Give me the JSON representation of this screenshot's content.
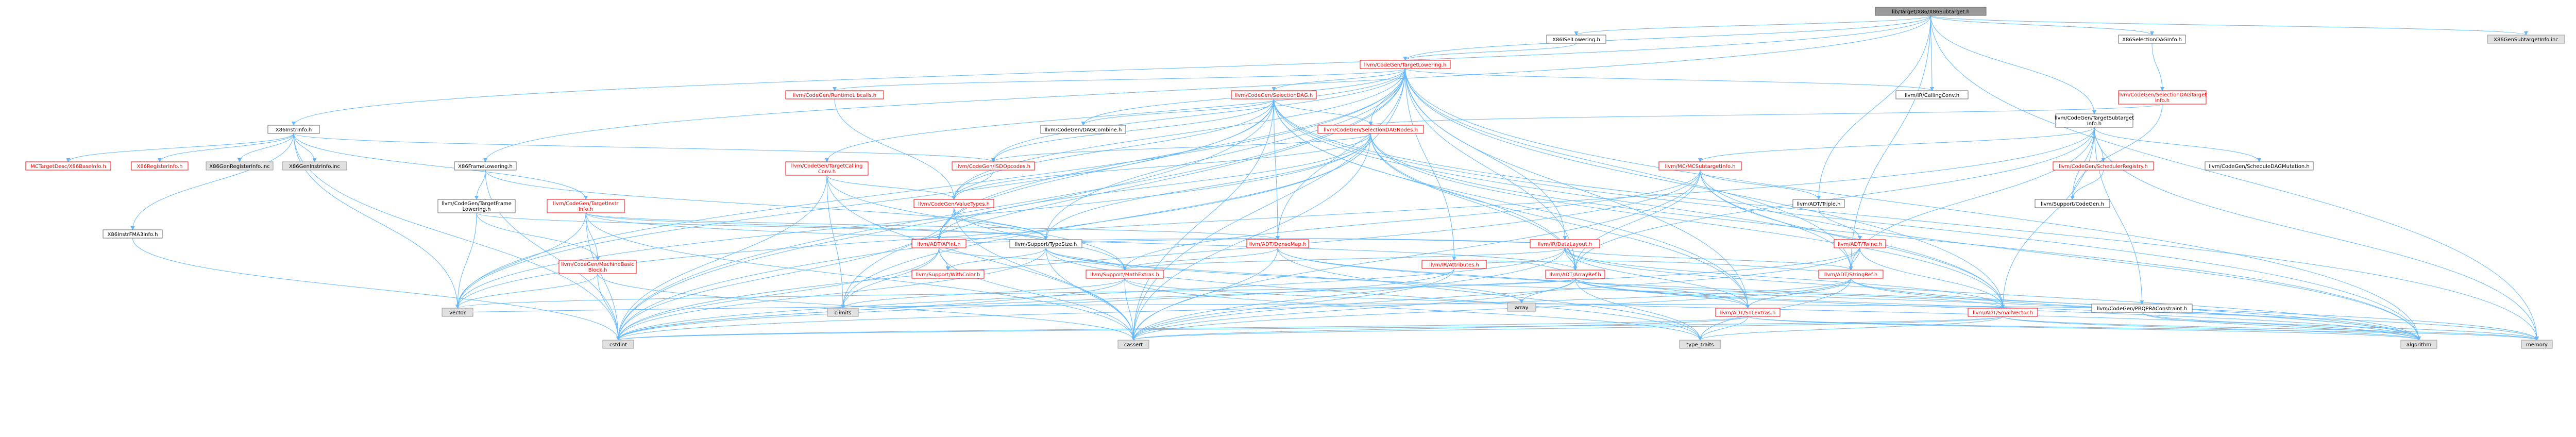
{
  "colors": {
    "root_fill": "#999999",
    "normal_fill": "#ffffff",
    "normal_stroke": "#666666",
    "red_stroke": "#ff0000",
    "red_text": "#ff0000",
    "red_fill": "#fff0f0",
    "gray_fill": "#e0e0e0",
    "gray_stroke": "#999999",
    "edge": "#63b8ff",
    "text": "#000000"
  },
  "nodes": [
    {
      "id": "root",
      "label": "lib/Target/X86/X86Subtarget.h",
      "style": "root"
    },
    {
      "id": "x86sellowering",
      "label": "X86ISelLowering.h",
      "style": "normal"
    },
    {
      "id": "x86seldaginfo",
      "label": "X86SelectionDAGInfo.h",
      "style": "normal"
    },
    {
      "id": "x86gensubtarget",
      "label": "X86GenSubtargetInfo.inc",
      "style": "gray"
    },
    {
      "id": "cg_targetlowering",
      "label": "llvm/CodeGen/TargetLowering.h",
      "style": "red"
    },
    {
      "id": "ir_callingconv",
      "label": "llvm/IR/CallingConv.h",
      "style": "normal"
    },
    {
      "id": "cg_seldagtargetinfo",
      "label": "llvm/CodeGen/SelectionDAGTarget\nInfo.h",
      "style": "red"
    },
    {
      "id": "cg_targetsubtarget",
      "label": "llvm/CodeGen/TargetSubtarget\nInfo.h",
      "style": "normal"
    },
    {
      "id": "cg_runtimelibcalls",
      "label": "llvm/CodeGen/RuntimeLibcalls.h",
      "style": "red"
    },
    {
      "id": "cg_seldag",
      "label": "llvm/CodeGen/SelectionDAG.h",
      "style": "red"
    },
    {
      "id": "cg_dagcombine",
      "label": "llvm/CodeGen/DAGCombine.h",
      "style": "normal"
    },
    {
      "id": "cg_seldagnodes",
      "label": "llvm/CodeGen/SelectionDAGNodes.h",
      "style": "red"
    },
    {
      "id": "x86instrinfo",
      "label": "X86InstrInfo.h",
      "style": "normal"
    },
    {
      "id": "mc_x86baseinfo",
      "label": "MCTargetDesc/X86BaseInfo.h",
      "style": "red"
    },
    {
      "id": "x86reginfo",
      "label": "X86RegisterInfo.h",
      "style": "red"
    },
    {
      "id": "x86genregisterinfo",
      "label": "X86GenRegisterInfo.inc",
      "style": "gray"
    },
    {
      "id": "x86geninstrinfo",
      "label": "X86GenInstrInfo.inc",
      "style": "gray"
    },
    {
      "id": "x86framelowering",
      "label": "X86FrameLowering.h",
      "style": "normal"
    },
    {
      "id": "cg_targetcallingconv",
      "label": "llvm/CodeGen/TargetCalling\nConv.h",
      "style": "red"
    },
    {
      "id": "cg_isdopcodes",
      "label": "llvm/CodeGen/ISDOpcodes.h",
      "style": "red"
    },
    {
      "id": "cg_targetframelowering",
      "label": "llvm/CodeGen/TargetFrame\nLowering.h",
      "style": "normal"
    },
    {
      "id": "cg_targetinstrinfo",
      "label": "llvm/CodeGen/TargetInstr\nInfo.h",
      "style": "red"
    },
    {
      "id": "cg_valuetypes",
      "label": "llvm/CodeGen/ValueTypes.h",
      "style": "red"
    },
    {
      "id": "x86instrfmainfo",
      "label": "X86InstrFMA3Info.h",
      "style": "normal"
    },
    {
      "id": "cg_machinebasicblock",
      "label": "llvm/CodeGen/MachineBasic\nBlock.h",
      "style": "red"
    },
    {
      "id": "mc_subtargetinfo",
      "label": "llvm/MC/MCSubtargetInfo.h",
      "style": "red"
    },
    {
      "id": "cg_schedulerregistry",
      "label": "llvm/CodeGen/SchedulerRegistry.h",
      "style": "red"
    },
    {
      "id": "cg_scheduledagmutation",
      "label": "llvm/CodeGen/ScheduleDAGMutation.h",
      "style": "normal"
    },
    {
      "id": "support_codegen",
      "label": "llvm/Support/CodeGen.h",
      "style": "normal"
    },
    {
      "id": "adt_triple",
      "label": "llvm/ADT/Triple.h",
      "style": "normal"
    },
    {
      "id": "ir_datalayout",
      "label": "llvm/IR/DataLayout.h",
      "style": "red"
    },
    {
      "id": "ir_attributes",
      "label": "llvm/IR/Attributes.h",
      "style": "red"
    },
    {
      "id": "adt_twine",
      "label": "llvm/ADT/Twine.h",
      "style": "red"
    },
    {
      "id": "adt_apint",
      "label": "llvm/ADT/APInt.h",
      "style": "red"
    },
    {
      "id": "support_typesize",
      "label": "llvm/Support/TypeSize.h",
      "style": "normal"
    },
    {
      "id": "adt_densemap",
      "label": "llvm/ADT/DenseMap.h",
      "style": "red"
    },
    {
      "id": "support_withcolor",
      "label": "llvm/Support/WithColor.h",
      "style": "red"
    },
    {
      "id": "support_mathextras",
      "label": "llvm/Support/MathExtras.h",
      "style": "red"
    },
    {
      "id": "adt_arrayref",
      "label": "llvm/ADT/ArrayRef.h",
      "style": "red"
    },
    {
      "id": "adt_stringref",
      "label": "llvm/ADT/StringRef.h",
      "style": "red"
    },
    {
      "id": "cg_pbqprac",
      "label": "llvm/CodeGen/PBQPRAConstraint.h",
      "style": "normal"
    },
    {
      "id": "adt_stlextras",
      "label": "llvm/ADT/STLExtras.h",
      "style": "red"
    },
    {
      "id": "adt_smallvector",
      "label": "llvm/ADT/SmallVector.h",
      "style": "red"
    },
    {
      "id": "std_vector",
      "label": "vector",
      "style": "gray"
    },
    {
      "id": "std_climits",
      "label": "climits",
      "style": "gray"
    },
    {
      "id": "std_array",
      "label": "array",
      "style": "gray"
    },
    {
      "id": "std_cstdint",
      "label": "cstdint",
      "style": "gray"
    },
    {
      "id": "std_cassert",
      "label": "cassert",
      "style": "gray"
    },
    {
      "id": "std_typetraits",
      "label": "type_traits",
      "style": "gray"
    },
    {
      "id": "std_algorithm",
      "label": "algorithm",
      "style": "gray"
    },
    {
      "id": "std_memory",
      "label": "memory",
      "style": "gray"
    }
  ],
  "edges": [
    [
      "root",
      "x86sellowering"
    ],
    [
      "root",
      "x86seldaginfo"
    ],
    [
      "root",
      "x86gensubtarget"
    ],
    [
      "root",
      "x86instrinfo"
    ],
    [
      "root",
      "x86framelowering"
    ],
    [
      "root",
      "cg_targetsubtarget"
    ],
    [
      "root",
      "ir_callingconv"
    ],
    [
      "root",
      "adt_triple"
    ],
    [
      "root",
      "std_memory"
    ],
    [
      "root",
      "adt_stringref"
    ],
    [
      "root",
      "cg_targetlowering"
    ],
    [
      "x86sellowering",
      "cg_targetlowering"
    ],
    [
      "x86seldaginfo",
      "cg_seldagtargetinfo"
    ],
    [
      "cg_targetlowering",
      "ir_callingconv"
    ],
    [
      "cg_targetlowering",
      "cg_runtimelibcalls"
    ],
    [
      "cg_targetlowering",
      "cg_seldag"
    ],
    [
      "cg_targetlowering",
      "cg_dagcombine"
    ],
    [
      "cg_targetlowering",
      "cg_seldagnodes"
    ],
    [
      "cg_targetlowering",
      "cg_targetcallingconv"
    ],
    [
      "cg_targetlowering",
      "cg_isdopcodes"
    ],
    [
      "cg_targetlowering",
      "cg_valuetypes"
    ],
    [
      "cg_targetlowering",
      "ir_datalayout"
    ],
    [
      "cg_targetlowering",
      "ir_attributes"
    ],
    [
      "cg_targetlowering",
      "adt_densemap"
    ],
    [
      "cg_targetlowering",
      "adt_arrayref"
    ],
    [
      "cg_targetlowering",
      "adt_stringref"
    ],
    [
      "cg_targetlowering",
      "adt_smallvector"
    ],
    [
      "cg_targetlowering",
      "adt_stlextras"
    ],
    [
      "cg_targetlowering",
      "support_typesize"
    ],
    [
      "cg_targetlowering",
      "std_algorithm"
    ],
    [
      "cg_targetlowering",
      "std_cassert"
    ],
    [
      "cg_targetlowering",
      "std_climits"
    ],
    [
      "cg_targetlowering",
      "std_cstdint"
    ],
    [
      "cg_targetlowering",
      "std_vector"
    ],
    [
      "cg_targetlowering",
      "adt_apint"
    ],
    [
      "cg_seldag",
      "cg_dagcombine"
    ],
    [
      "cg_seldag",
      "cg_seldagnodes"
    ],
    [
      "cg_seldag",
      "cg_isdopcodes"
    ],
    [
      "cg_seldag",
      "cg_valuetypes"
    ],
    [
      "cg_seldag",
      "adt_densemap"
    ],
    [
      "cg_seldag",
      "adt_arrayref"
    ],
    [
      "cg_seldag",
      "adt_smallvector"
    ],
    [
      "cg_seldag",
      "std_cassert"
    ],
    [
      "cg_seldag",
      "std_vector"
    ],
    [
      "cg_seldag",
      "std_cstdint"
    ],
    [
      "cg_seldag",
      "adt_stlextras"
    ],
    [
      "cg_seldag",
      "std_algorithm"
    ],
    [
      "cg_seldag",
      "adt_apint"
    ],
    [
      "cg_seldag",
      "std_memory"
    ],
    [
      "cg_seldagnodes",
      "cg_isdopcodes"
    ],
    [
      "cg_seldagnodes",
      "cg_valuetypes"
    ],
    [
      "cg_seldagnodes",
      "adt_apint"
    ],
    [
      "cg_seldagnodes",
      "adt_arrayref"
    ],
    [
      "cg_seldagnodes",
      "adt_smallvector"
    ],
    [
      "cg_seldagnodes",
      "std_cassert"
    ],
    [
      "cg_seldagnodes",
      "std_climits"
    ],
    [
      "cg_seldagnodes",
      "std_cstdint"
    ],
    [
      "cg_seldagnodes",
      "std_vector"
    ],
    [
      "cg_seldagnodes",
      "std_algorithm"
    ],
    [
      "cg_seldagnodes",
      "support_typesize"
    ],
    [
      "cg_seldagnodes",
      "adt_stlextras"
    ],
    [
      "cg_runtimelibcalls",
      "cg_valuetypes"
    ],
    [
      "cg_seldagtargetinfo",
      "cg_seldagnodes"
    ],
    [
      "cg_seldagtargetinfo",
      "support_codegen"
    ],
    [
      "cg_targetsubtarget",
      "mc_subtargetinfo"
    ],
    [
      "cg_targetsubtarget",
      "cg_schedulerregistry"
    ],
    [
      "cg_targetsubtarget",
      "cg_scheduledagmutation"
    ],
    [
      "cg_targetsubtarget",
      "support_codegen"
    ],
    [
      "cg_targetsubtarget",
      "cg_pbqprac"
    ],
    [
      "cg_targetsubtarget",
      "adt_arrayref"
    ],
    [
      "cg_targetsubtarget",
      "adt_smallvector"
    ],
    [
      "cg_targetsubtarget",
      "adt_stringref"
    ],
    [
      "cg_targetsubtarget",
      "std_memory"
    ],
    [
      "cg_targetsubtarget",
      "std_vector"
    ],
    [
      "cg_schedulerregistry",
      "support_codegen"
    ],
    [
      "cg_pbqprac",
      "std_algorithm"
    ],
    [
      "cg_pbqprac",
      "std_memory"
    ],
    [
      "cg_pbqprac",
      "std_vector"
    ],
    [
      "x86instrinfo",
      "mc_x86baseinfo"
    ],
    [
      "x86instrinfo",
      "x86reginfo"
    ],
    [
      "x86instrinfo",
      "x86genregisterinfo"
    ],
    [
      "x86instrinfo",
      "x86geninstrinfo"
    ],
    [
      "x86instrinfo",
      "x86instrfmainfo"
    ],
    [
      "x86instrinfo",
      "cg_targetinstrinfo"
    ],
    [
      "x86instrinfo",
      "cg_isdopcodes"
    ],
    [
      "x86instrinfo",
      "std_vector"
    ],
    [
      "x86instrinfo",
      "std_cstdint"
    ],
    [
      "x86instrfmainfo",
      "std_cstdint"
    ],
    [
      "x86framelowering",
      "cg_targetframelowering"
    ],
    [
      "x86framelowering",
      "support_typesize"
    ],
    [
      "x86framelowering",
      "std_cstdint"
    ],
    [
      "cg_targetframelowering",
      "cg_machinebasicblock"
    ],
    [
      "cg_targetframelowering",
      "support_typesize"
    ],
    [
      "cg_targetframelowering",
      "std_vector"
    ],
    [
      "cg_targetinstrinfo",
      "cg_machinebasicblock"
    ],
    [
      "cg_targetinstrinfo",
      "adt_arrayref"
    ],
    [
      "cg_targetinstrinfo",
      "adt_densemap"
    ],
    [
      "cg_targetinstrinfo",
      "std_cassert"
    ],
    [
      "cg_targetinstrinfo",
      "std_cstdint"
    ],
    [
      "cg_targetinstrinfo",
      "std_vector"
    ],
    [
      "cg_targetinstrinfo",
      "support_typesize"
    ],
    [
      "cg_machinebasicblock",
      "std_cassert"
    ],
    [
      "cg_machinebasicblock",
      "std_cstdint"
    ],
    [
      "cg_machinebasicblock",
      "std_vector"
    ],
    [
      "cg_targetcallingconv",
      "cg_valuetypes"
    ],
    [
      "cg_targetcallingconv",
      "support_mathextras"
    ],
    [
      "cg_targetcallingconv",
      "std_cassert"
    ],
    [
      "cg_targetcallingconv",
      "std_climits"
    ],
    [
      "cg_targetcallingconv",
      "std_cstdint"
    ],
    [
      "cg_isdopcodes",
      "cg_valuetypes"
    ],
    [
      "cg_valuetypes",
      "support_mathextras"
    ],
    [
      "cg_valuetypes",
      "support_typesize"
    ],
    [
      "cg_valuetypes",
      "std_cassert"
    ],
    [
      "cg_valuetypes",
      "std_cstdint"
    ],
    [
      "mc_subtargetinfo",
      "adt_triple"
    ],
    [
      "mc_subtargetinfo",
      "adt_arrayref"
    ],
    [
      "mc_subtargetinfo",
      "adt_stringref"
    ],
    [
      "mc_subtargetinfo",
      "adt_smallvector"
    ],
    [
      "mc_subtargetinfo",
      "std_cassert"
    ],
    [
      "mc_subtargetinfo",
      "std_cstdint"
    ],
    [
      "mc_subtargetinfo",
      "std_algorithm"
    ],
    [
      "mc_subtargetinfo",
      "support_mathextras"
    ],
    [
      "adt_triple",
      "adt_twine"
    ],
    [
      "ir_datalayout",
      "adt_apint"
    ],
    [
      "ir_datalayout",
      "adt_arrayref"
    ],
    [
      "ir_datalayout",
      "adt_stringref"
    ],
    [
      "ir_datalayout",
      "adt_smallvector"
    ],
    [
      "ir_datalayout",
      "support_typesize"
    ],
    [
      "ir_datalayout",
      "support_mathextras"
    ],
    [
      "ir_datalayout",
      "std_cassert"
    ],
    [
      "ir_datalayout",
      "std_cstdint"
    ],
    [
      "ir_datalayout",
      "adt_stlextras"
    ],
    [
      "ir_datalayout",
      "std_algorithm"
    ],
    [
      "ir_attributes",
      "adt_arrayref"
    ],
    [
      "ir_attributes",
      "adt_stringref"
    ],
    [
      "ir_attributes",
      "std_cassert"
    ],
    [
      "ir_attributes",
      "std_cstdint"
    ],
    [
      "adt_twine",
      "adt_smallvector"
    ],
    [
      "adt_twine",
      "adt_stringref"
    ],
    [
      "adt_twine",
      "std_cassert"
    ],
    [
      "adt_twine",
      "std_cstdint"
    ],
    [
      "adt_apint",
      "support_mathextras"
    ],
    [
      "adt_apint",
      "support_withcolor"
    ],
    [
      "adt_apint",
      "std_cassert"
    ],
    [
      "adt_apint",
      "std_climits"
    ],
    [
      "adt_apint",
      "std_cstdint"
    ],
    [
      "support_typesize",
      "support_mathextras"
    ],
    [
      "support_typesize",
      "support_withcolor"
    ],
    [
      "support_typesize",
      "std_algorithm"
    ],
    [
      "support_typesize",
      "std_array"
    ],
    [
      "support_typesize",
      "std_cassert"
    ],
    [
      "support_typesize",
      "std_cstdint"
    ],
    [
      "support_typesize",
      "std_typetraits"
    ],
    [
      "adt_densemap",
      "support_mathextras"
    ],
    [
      "adt_densemap",
      "std_cassert"
    ],
    [
      "adt_densemap",
      "std_algorithm"
    ],
    [
      "adt_densemap",
      "std_typetraits"
    ],
    [
      "adt_densemap",
      "adt_stlextras"
    ],
    [
      "support_mathextras",
      "std_cassert"
    ],
    [
      "support_mathextras",
      "std_climits"
    ],
    [
      "support_mathextras",
      "std_cstdint"
    ],
    [
      "support_mathextras",
      "std_typetraits"
    ],
    [
      "support_mathextras",
      "std_algorithm"
    ],
    [
      "adt_arrayref",
      "adt_smallvector"
    ],
    [
      "adt_arrayref",
      "adt_stlextras"
    ],
    [
      "adt_arrayref",
      "std_array"
    ],
    [
      "adt_arrayref",
      "std_cassert"
    ],
    [
      "adt_arrayref",
      "std_vector"
    ],
    [
      "adt_arrayref",
      "std_memory"
    ],
    [
      "adt_arrayref",
      "std_typetraits"
    ],
    [
      "adt_arrayref",
      "std_algorithm"
    ],
    [
      "adt_stringref",
      "adt_stlextras"
    ],
    [
      "adt_stringref",
      "std_algorithm"
    ],
    [
      "adt_stringref",
      "std_cassert"
    ],
    [
      "adt_stringref",
      "std_cstdint"
    ],
    [
      "adt_stringref",
      "std_typetraits"
    ],
    [
      "adt_stringref",
      "std_memory"
    ],
    [
      "adt_stlextras",
      "std_algorithm"
    ],
    [
      "adt_stlextras",
      "std_cassert"
    ],
    [
      "adt_stlextras",
      "std_cstdint"
    ],
    [
      "adt_stlextras",
      "std_memory"
    ],
    [
      "adt_stlextras",
      "std_typetraits"
    ],
    [
      "adt_smallvector",
      "std_algorithm"
    ],
    [
      "adt_smallvector",
      "std_cassert"
    ],
    [
      "adt_smallvector",
      "std_cstdint"
    ],
    [
      "adt_smallvector",
      "std_memory"
    ],
    [
      "adt_smallvector",
      "std_typetraits"
    ]
  ]
}
